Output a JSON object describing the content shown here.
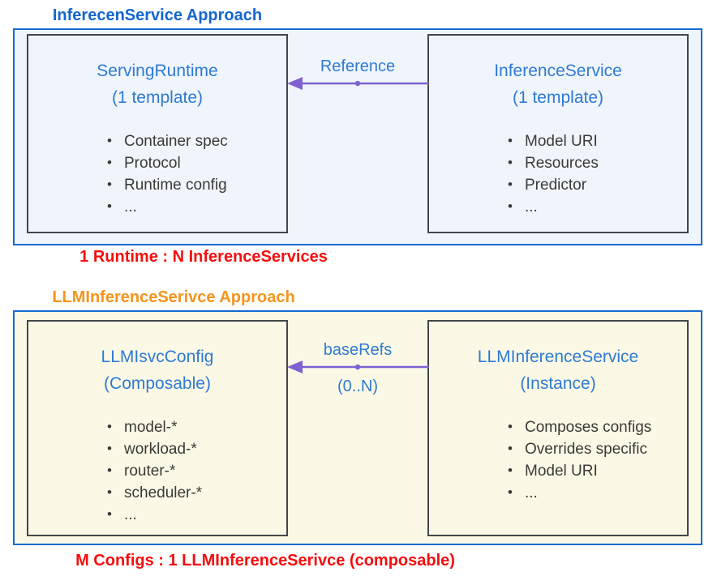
{
  "colors": {
    "panel_border": "#1569d3",
    "panel1_bg": "#f0f5fb",
    "panel2_bg": "#fbf9e6",
    "box_border": "#43464c",
    "box_title": "#2e7ad4",
    "bullet_text": "#3a3b38",
    "arrow": "#7e62d1",
    "arrow_label": "#2e7ad4",
    "caption": "#f70d0d",
    "title1": "#1565d0",
    "title2": "#f6941d"
  },
  "sections": [
    {
      "title": "InferecenService Approach",
      "left_box": {
        "title": "ServingRuntime",
        "subtitle": "(1 template)",
        "bullets": [
          "Container spec",
          "Protocol",
          "Runtime config",
          "..."
        ]
      },
      "right_box": {
        "title": "InferenceService",
        "subtitle": "(1 template)",
        "bullets": [
          "Model URI",
          "Resources",
          "Predictor",
          "..."
        ]
      },
      "arrow_label": "Reference",
      "caption": "1 Runtime : N InferenceServices"
    },
    {
      "title": "LLMInferenceSerivce Approach",
      "left_box": {
        "title": "LLMIsvcConfig",
        "subtitle": "(Composable)",
        "bullets": [
          "model-*",
          "workload-*",
          "router-*",
          "scheduler-*",
          "..."
        ]
      },
      "right_box": {
        "title": "LLMInferenceService",
        "subtitle": "(Instance)",
        "bullets": [
          "Composes configs",
          "Overrides specific",
          "Model URI",
          "..."
        ]
      },
      "arrow_label": "baseRefs",
      "arrow_sublabel": "(0..N)",
      "caption": "M Configs : 1 LLMInferenceSerivce (composable)"
    }
  ]
}
